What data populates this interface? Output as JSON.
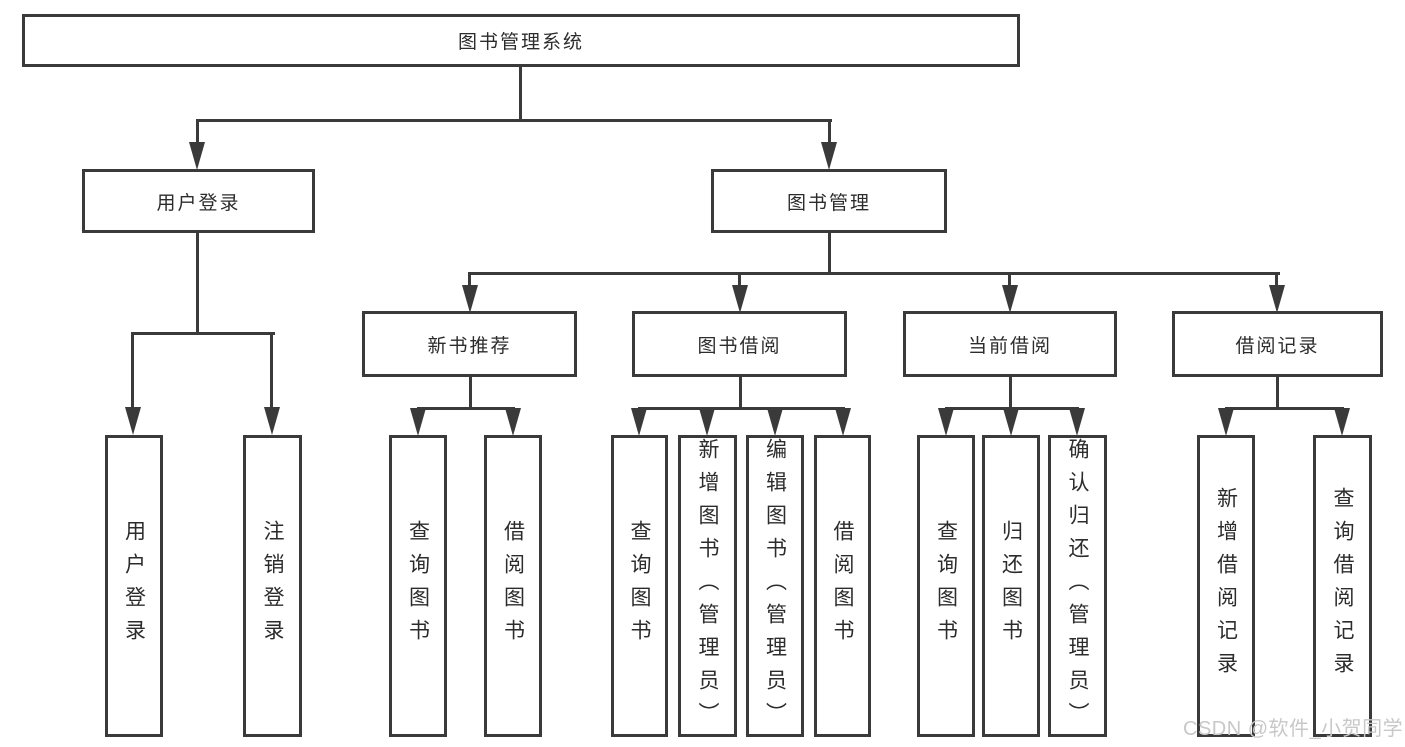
{
  "diagram": {
    "root": "图书管理系统",
    "level2": [
      {
        "label": "用户登录"
      },
      {
        "label": "图书管理"
      }
    ],
    "level3": [
      {
        "label": "新书推荐",
        "parent": "图书管理"
      },
      {
        "label": "图书借阅",
        "parent": "图书管理"
      },
      {
        "label": "当前借阅",
        "parent": "图书管理"
      },
      {
        "label": "借阅记录",
        "parent": "图书管理"
      }
    ],
    "leaves": [
      {
        "label": "用户登录",
        "parent": "用户登录"
      },
      {
        "label": "注销登录",
        "parent": "用户登录"
      },
      {
        "label": "查询图书",
        "parent": "新书推荐"
      },
      {
        "label": "借阅图书",
        "parent": "新书推荐"
      },
      {
        "label": "查询图书",
        "parent": "图书借阅"
      },
      {
        "label": "新增图书（管理员）",
        "parent": "图书借阅"
      },
      {
        "label": "编辑图书（管理员）",
        "parent": "图书借阅"
      },
      {
        "label": "借阅图书",
        "parent": "图书借阅"
      },
      {
        "label": "查询图书",
        "parent": "当前借阅"
      },
      {
        "label": "归还图书",
        "parent": "当前借阅"
      },
      {
        "label": "确认归还（管理员）",
        "parent": "当前借阅"
      },
      {
        "label": "新增借阅记录",
        "parent": "借阅记录"
      },
      {
        "label": "查询借阅记录",
        "parent": "借阅记录"
      }
    ],
    "watermark": "CSDN @软件_小贺同学",
    "colors": {
      "line": "#3a3a3a",
      "text": "#2c2c2c",
      "watermark": "#c8c8c8",
      "background": "#ffffff"
    }
  }
}
